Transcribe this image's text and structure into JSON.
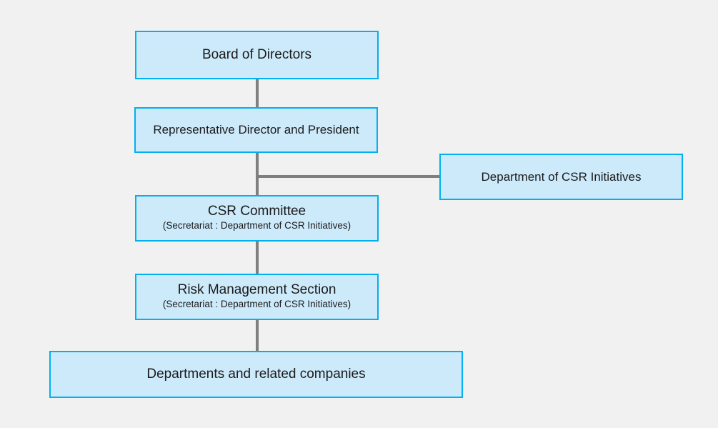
{
  "diagram": {
    "type": "organization-chart",
    "background_color": "#f1f1f1",
    "box_fill_color": "#cdeafb",
    "box_border_color": "#00b0f0",
    "connector_color": "#7f7f7f",
    "nodes": [
      {
        "id": "board",
        "title": "Board of Directors",
        "subtitle": ""
      },
      {
        "id": "president",
        "title": "Representative Director and President",
        "subtitle": ""
      },
      {
        "id": "csr_committee",
        "title": "CSR Committee",
        "subtitle": "(Secretariat : Department of CSR Initiatives)"
      },
      {
        "id": "risk_management",
        "title": "Risk Management Section",
        "subtitle": "(Secretariat : Department of CSR Initiatives)"
      },
      {
        "id": "departments",
        "title": "Departments and related companies",
        "subtitle": ""
      },
      {
        "id": "csr_department",
        "title": "Department of CSR Initiatives",
        "subtitle": ""
      }
    ],
    "connectors": [
      {
        "id": "trunk",
        "from": "board",
        "to": "departments",
        "orientation": "vertical"
      },
      {
        "id": "branch",
        "from": "trunk",
        "to": "csr_department",
        "orientation": "horizontal"
      }
    ]
  }
}
